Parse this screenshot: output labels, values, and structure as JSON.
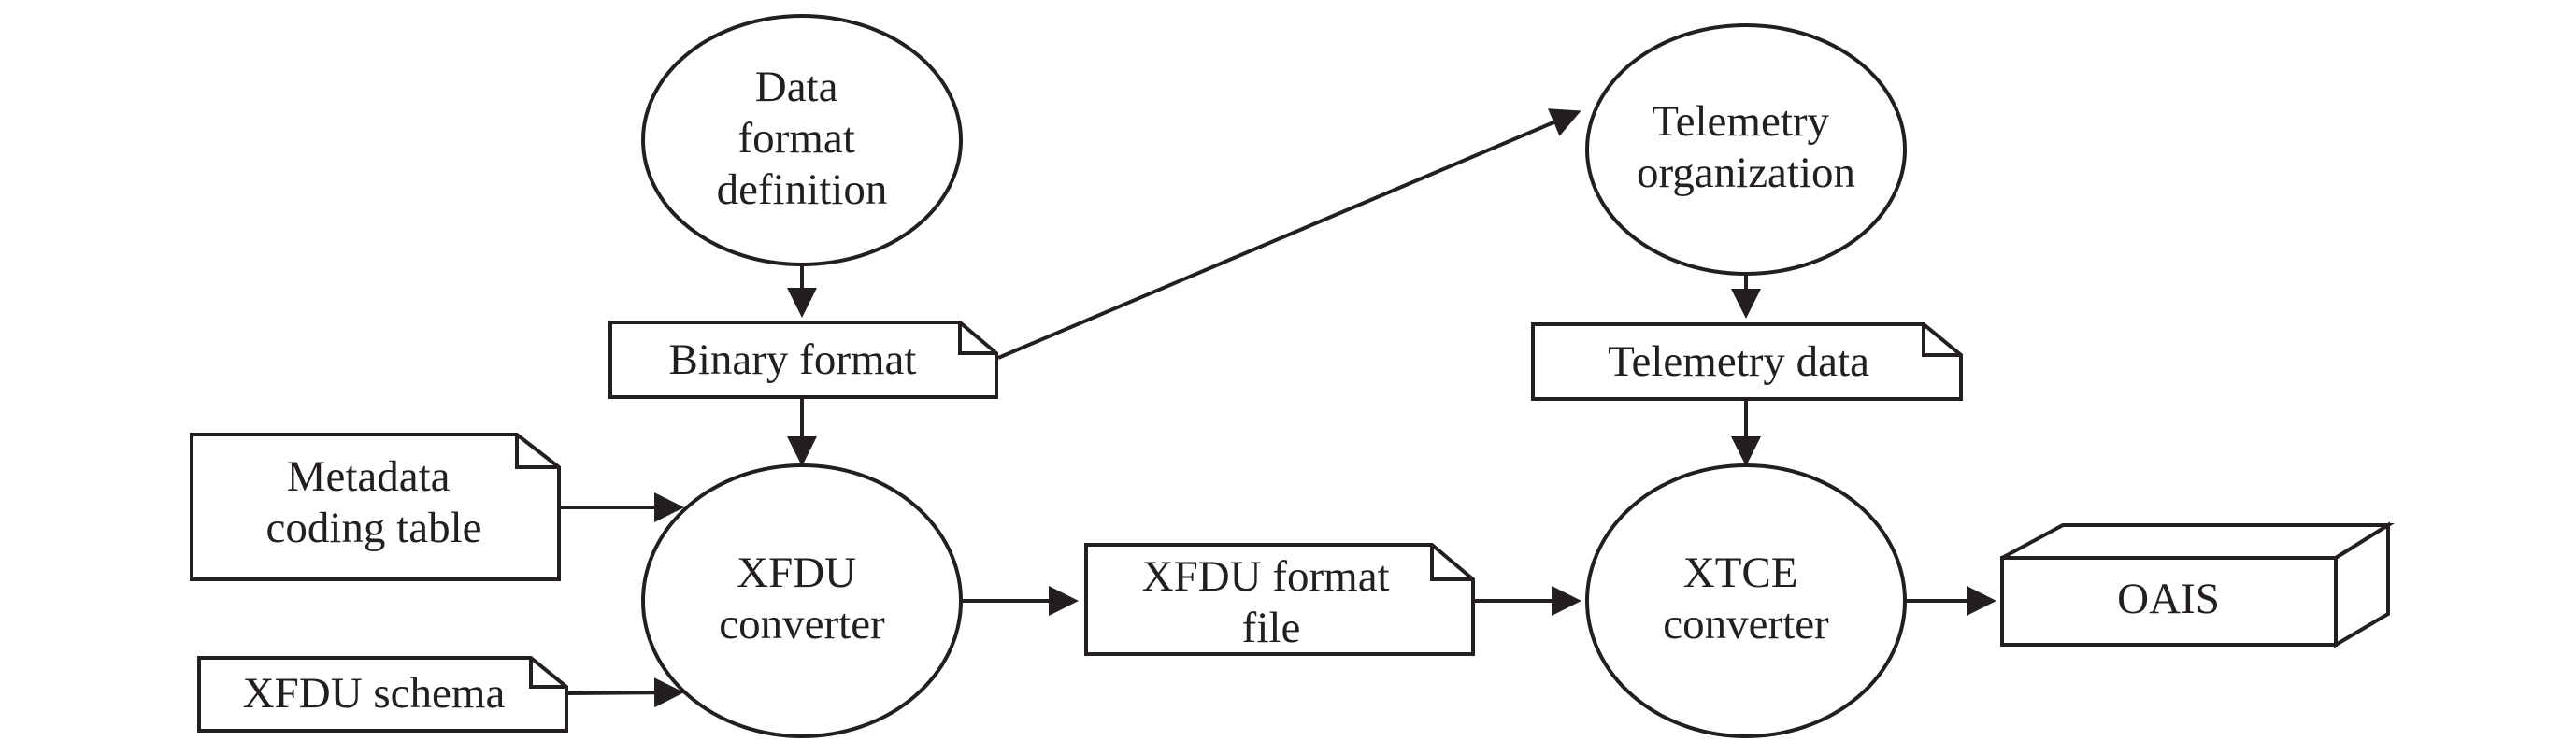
{
  "colors": {
    "stroke": "#231f20",
    "fill": "#ffffff",
    "text": "#231f20"
  },
  "processes": {
    "data_format_definition": [
      "Data",
      "format",
      "definition"
    ],
    "telemetry_organization": [
      "Telemetry",
      "organization"
    ],
    "xfdu_converter": [
      "XFDU",
      "converter"
    ],
    "xtce_converter": [
      "XTCE",
      "converter"
    ]
  },
  "documents": {
    "binary_format": "Binary format",
    "telemetry_data": "Telemetry data",
    "metadata_coding_table": [
      "Metadata",
      "coding table"
    ],
    "xfdu_schema": "XFDU schema",
    "xfdu_format_file": [
      "XFDU format",
      "file"
    ]
  },
  "storage": {
    "oais": "OAIS"
  }
}
